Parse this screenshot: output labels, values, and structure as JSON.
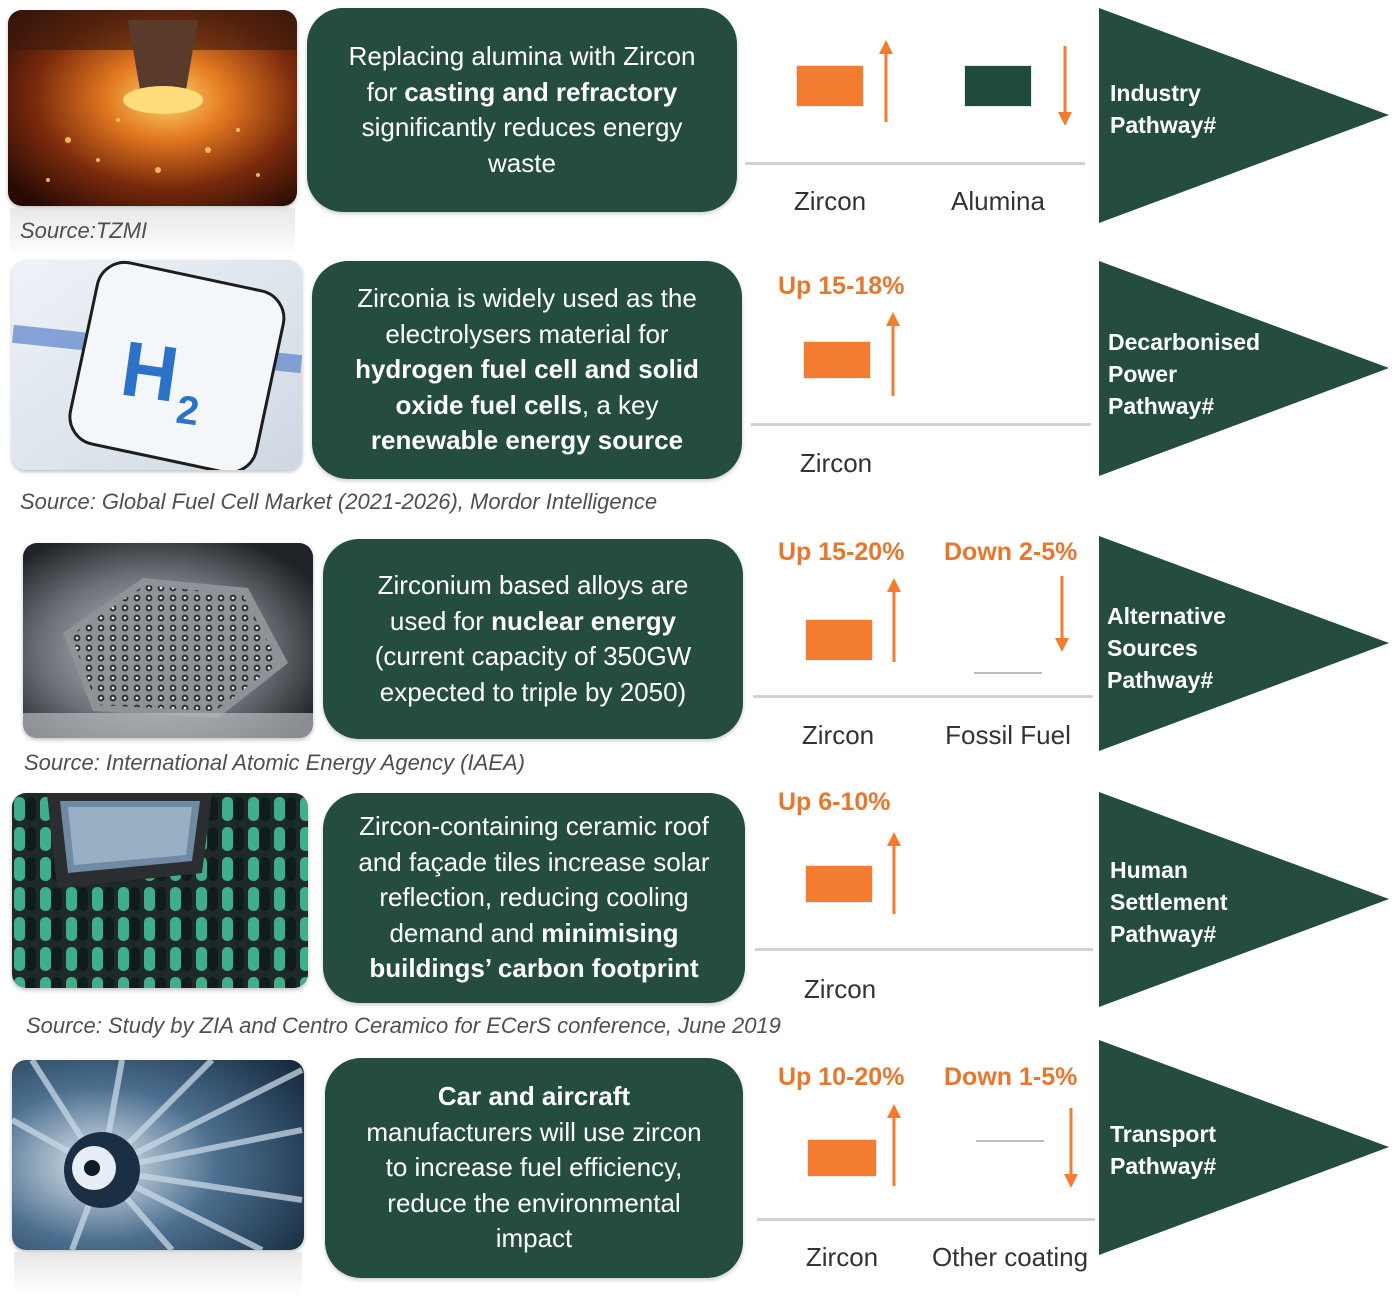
{
  "colors": {
    "panel": "#244d3e",
    "orange": "#f47c30",
    "orange_text": "#e8772e",
    "dark_bar": "#1f4b3a"
  },
  "rows": [
    {
      "photo": "steel-foundry-photo",
      "source": "Source:TZMI",
      "text_parts": [
        {
          "t": "Replacing alumina with Zircon for ",
          "b": false
        },
        {
          "t": "casting and refractory",
          "b": true
        },
        {
          "t": " significantly reduces energy waste",
          "b": false
        }
      ],
      "indicators": [
        {
          "label": "Zircon",
          "pct": "",
          "direction": "up",
          "bar": "orange"
        },
        {
          "label": "Alumina",
          "pct": "",
          "direction": "down",
          "bar": "dark"
        }
      ],
      "pathway": "Industry\nPathway#"
    },
    {
      "photo": "hydrogen-h2-photo",
      "source": "Source: Global Fuel Cell Market (2021-2026), Mordor Intelligence",
      "text_parts": [
        {
          "t": "Zirconia is widely used as the electrolysers material for ",
          "b": false
        },
        {
          "t": "hydrogen fuel cell and solid oxide fuel cells",
          "b": true
        },
        {
          "t": ", a key ",
          "b": false
        },
        {
          "t": "renewable energy source",
          "b": true
        }
      ],
      "indicators": [
        {
          "label": "Zircon",
          "pct": "Up 15-18%",
          "direction": "up",
          "bar": "orange"
        }
      ],
      "pathway": "Decarbonised\nPower\nPathway#"
    },
    {
      "photo": "nuclear-reactor-photo",
      "source": "Source: International Atomic Energy Agency (IAEA)",
      "text_parts": [
        {
          "t": "Zirconium based alloys are used for ",
          "b": false
        },
        {
          "t": "nuclear energy",
          "b": true
        },
        {
          "t": " (current capacity of 350GW expected to triple by 2050)",
          "b": false
        }
      ],
      "indicators": [
        {
          "label": "Zircon",
          "pct": "Up 15-20%",
          "direction": "up",
          "bar": "orange"
        },
        {
          "label": "Fossil Fuel",
          "pct": "Down 2-5%",
          "direction": "down",
          "bar": "none"
        }
      ],
      "pathway": "Alternative\nSources\nPathway#"
    },
    {
      "photo": "roof-tiles-photo",
      "source": "Source: Study by ZIA and Centro Ceramico for ECerS conference, June 2019",
      "text_parts": [
        {
          "t": "Zircon-containing ceramic roof and façade tiles increase solar reflection, reducing cooling demand and ",
          "b": false
        },
        {
          "t": "minimising buildings’ carbon footprint",
          "b": true
        }
      ],
      "indicators": [
        {
          "label": "Zircon",
          "pct": "Up 6-10%",
          "direction": "up",
          "bar": "orange"
        }
      ],
      "pathway": "Human\nSettlement\nPathway#"
    },
    {
      "photo": "turbine-engine-photo",
      "source": "",
      "text_parts": [
        {
          "t": "Car and aircraft",
          "b": true
        },
        {
          "t": " manufacturers will use zircon to increase fuel efficiency, reduce the environmental impact",
          "b": false
        }
      ],
      "indicators": [
        {
          "label": "Zircon",
          "pct": "Up 10-20%",
          "direction": "up",
          "bar": "orange"
        },
        {
          "label": "Other coating",
          "pct": "Down 1-5%",
          "direction": "down",
          "bar": "none"
        }
      ],
      "pathway": "Transport\nPathway#"
    }
  ]
}
